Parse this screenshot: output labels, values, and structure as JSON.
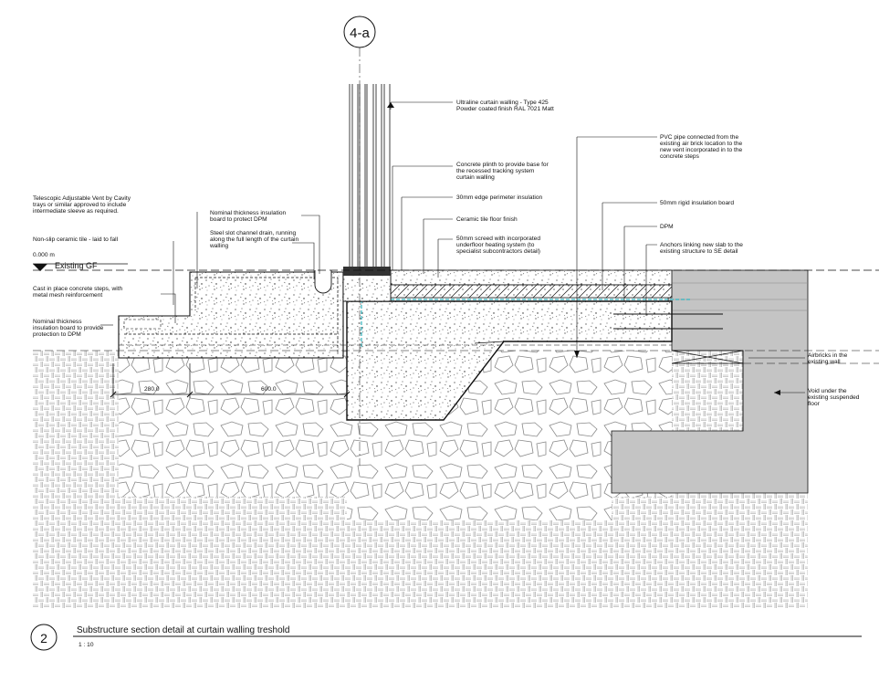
{
  "section_tag": "4-a",
  "level_marker": {
    "value": "0.000 m",
    "name": "Existing GF"
  },
  "dimensions": [
    "280.0",
    "600.0"
  ],
  "left_notes": [
    [
      "Telescopic Adjustable Vent by Cavity",
      "trays or similar approved to include",
      "intermediate sleeve as required."
    ],
    [
      "Non-slip ceramic tile - laid to fall"
    ],
    [
      "Cast in place concrete steps, with",
      "metal mesh reinforcement"
    ],
    [
      "Nominal thickness",
      "insulation board to provide",
      "protection to DPM"
    ]
  ],
  "mid_notes": [
    [
      "Nominal thickness insulation",
      "board to protect DPM"
    ],
    [
      "Steel slot channel drain, running",
      "along the full length of the curtain",
      "walling"
    ]
  ],
  "right_notes": [
    [
      "Ultraline curtain walling - Type 425",
      "Powder coated finish RAL 7021 Matt"
    ],
    [
      "Concrete plinth to provide base for",
      "the recessed tracking system",
      "curtain walling"
    ],
    [
      "30mm edge perimeter insulation"
    ],
    [
      "Ceramic tile floor finish"
    ],
    [
      "50mm screed with incorporated",
      "underfloor heating system (to",
      "specialist subcontractors detail)"
    ]
  ],
  "far_right_notes": [
    [
      "PVC pipe connected from the",
      "existing air brick location to the",
      "new vent incorporated in to the",
      "concrete steps"
    ],
    [
      "50mm rigid insulation board"
    ],
    [
      "DPM"
    ],
    [
      "Anchors linking new slab to the",
      "existing structure to SE detail"
    ],
    [
      "Airbricks in the",
      "existing wall"
    ],
    [
      "Void under the",
      "existing suspended",
      "floor"
    ]
  ],
  "title_block": {
    "number": "2",
    "title": "Substructure section detail at curtain walling treshold",
    "scale": "1 : 10"
  },
  "colors": {
    "line": "#111111",
    "existing_wall": "#c4c4c4",
    "hardcore_hatch": "#9a9a9a",
    "dpm_accent": "#33b3bf"
  }
}
